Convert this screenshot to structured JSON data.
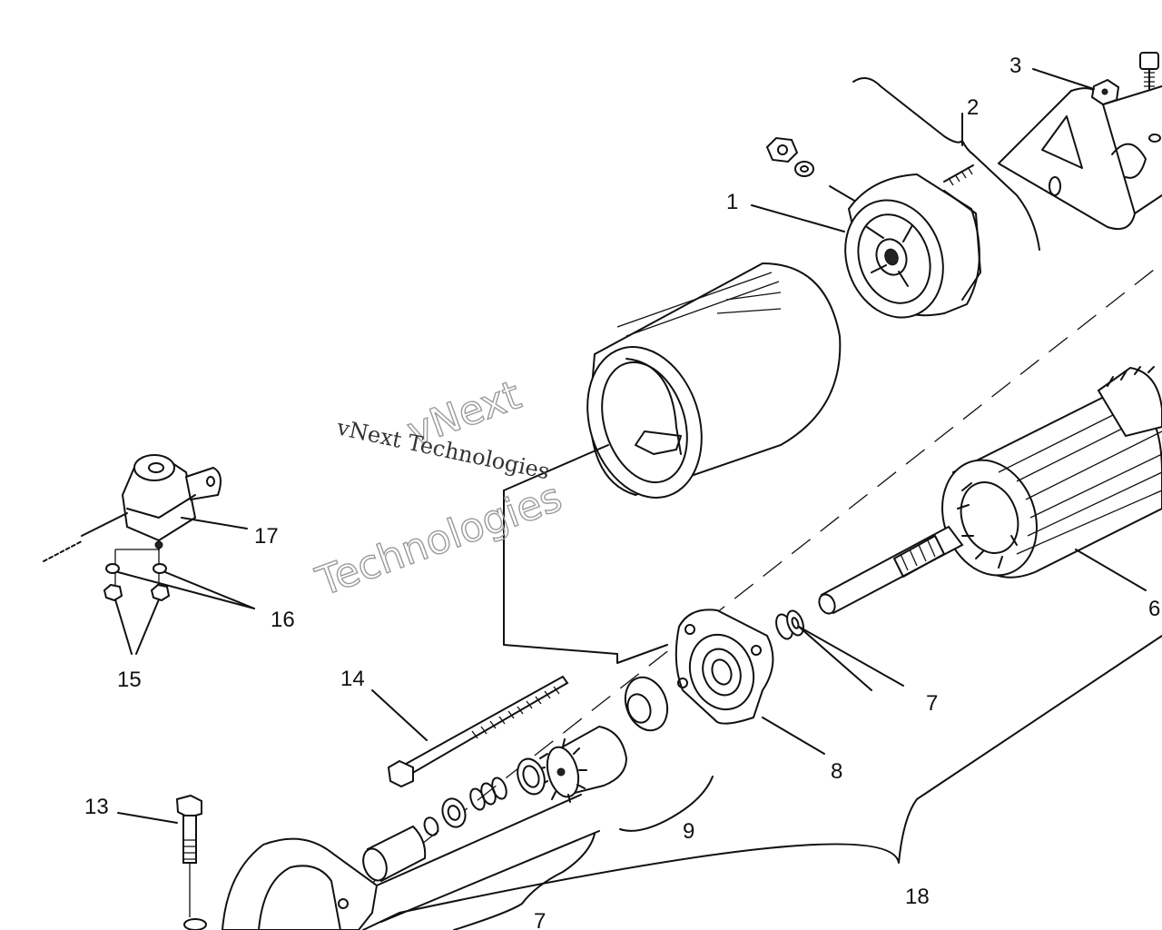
{
  "watermark": {
    "line1": "vNext",
    "line2": "Technologies",
    "small": "vNext Technologies"
  },
  "callouts": {
    "c1": "1",
    "c2": "2",
    "c3": "3",
    "c6": "6",
    "c7a": "7",
    "c7b": "7",
    "c8": "8",
    "c9": "9",
    "c13": "13",
    "c14": "14",
    "c15": "15",
    "c16": "16",
    "c17": "17",
    "c18": "18"
  }
}
